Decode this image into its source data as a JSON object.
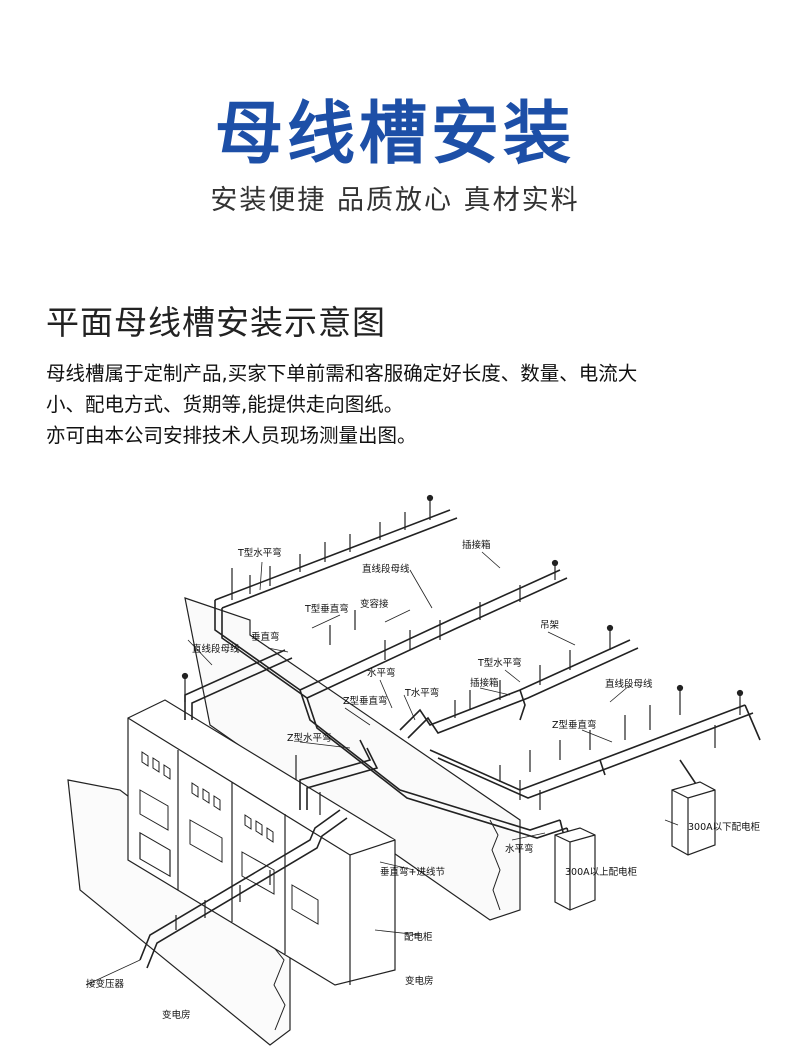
{
  "header": {
    "title": "母线槽安装",
    "subtitle": "安装便捷 品质放心 真材实料"
  },
  "section": {
    "title": "平面母线槽安装示意图",
    "description": [
      "母线槽属于定制产品,买家下单前需和客服确定好长度、数量、电流大",
      "小、配电方式、货期等,能提供走向图纸。",
      "亦可由本公司安排技术人员现场测量出图。"
    ]
  },
  "diagram": {
    "labels": {
      "t_horizontal_elbow_1": "T型水平弯",
      "plug_box_1": "插接箱",
      "straight_busway_1": "直线段母线",
      "t_vertical_elbow": "T型垂直弯",
      "reducer": "变容接",
      "vertical_elbow_1": "垂直弯",
      "straight_busway_2": "直线段母线",
      "hanger": "吊架",
      "t_horizontal_elbow_2": "T型水平弯",
      "horizontal_elbow_1": "水平弯",
      "plug_box_2": "插接箱",
      "z_vertical_elbow_1": "Z型垂直弯",
      "t_horizontal_elbow_3": "T水平弯",
      "straight_busway_3": "直线段母线",
      "z_horizontal_elbow": "Z型水平弯",
      "z_vertical_elbow_2": "Z型垂直弯",
      "cabinet_below_300a": "300A以下配电柜",
      "cabinet_above_300a": "300A以上配电柜",
      "horizontal_elbow_2": "水平弯",
      "vertical_elbow_inlet": "垂直弯+进线节",
      "distribution_cabinet": "配电柜",
      "to_transformer": "接变压器",
      "substation_1": "变电房",
      "substation_2": "变电房"
    }
  },
  "colors": {
    "title": "#1d4fa7",
    "text": "#111111",
    "line": "#222222"
  }
}
